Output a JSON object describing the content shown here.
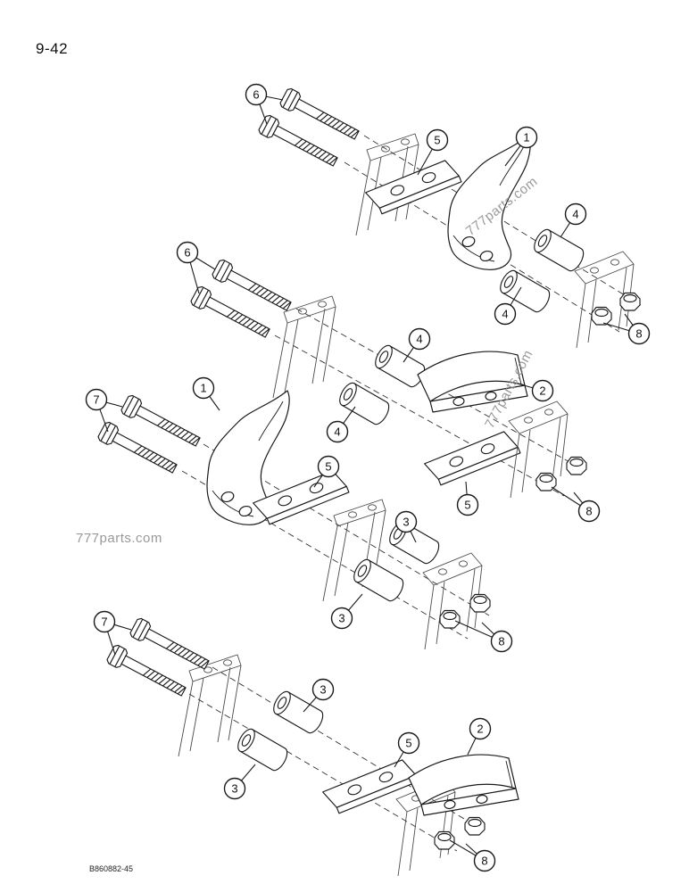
{
  "page": {
    "number": "9-42",
    "figure_code": "B860882-45"
  },
  "watermark": {
    "text": "777parts.com"
  },
  "callouts": [
    {
      "label": "6"
    },
    {
      "label": "5"
    },
    {
      "label": "1"
    },
    {
      "label": "4"
    },
    {
      "label": "4"
    },
    {
      "label": "8"
    },
    {
      "label": "6"
    },
    {
      "label": "4"
    },
    {
      "label": "2"
    },
    {
      "label": "4"
    },
    {
      "label": "5"
    },
    {
      "label": "8"
    },
    {
      "label": "7"
    },
    {
      "label": "1"
    },
    {
      "label": "5"
    },
    {
      "label": "3"
    },
    {
      "label": "3"
    },
    {
      "label": "8"
    },
    {
      "label": "7"
    },
    {
      "label": "3"
    },
    {
      "label": "3"
    },
    {
      "label": "5"
    },
    {
      "label": "2"
    },
    {
      "label": "8"
    }
  ]
}
